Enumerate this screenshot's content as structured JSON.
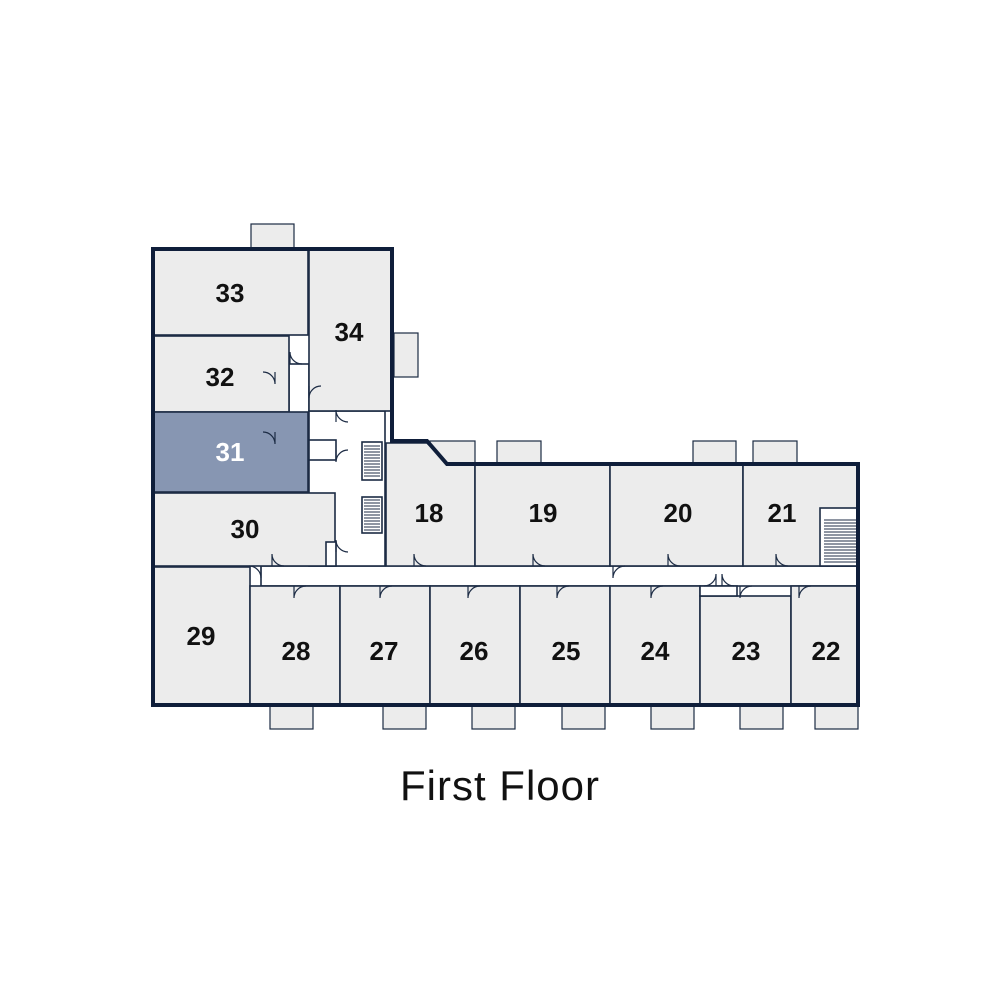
{
  "floor": {
    "title": "First Floor"
  },
  "colors": {
    "wall": "#0f1e3a",
    "room": "#ececec",
    "selected_room": "#8796b2",
    "selected_label": "#ffffff"
  },
  "selected_unit": "31",
  "units": [
    "33",
    "34",
    "32",
    "31",
    "30",
    "29",
    "18",
    "19",
    "20",
    "21",
    "28",
    "27",
    "26",
    "25",
    "24",
    "23",
    "22"
  ]
}
